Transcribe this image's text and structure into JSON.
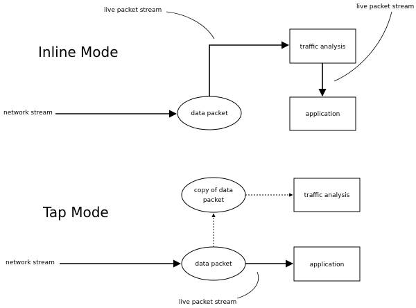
{
  "inline": {
    "title": "Inline Mode",
    "callout_top": "live packet stream",
    "callout_right": "live packet stream",
    "traffic_analysis": "traffic analysis",
    "application": "application",
    "data_packet": "data packet",
    "network_stream": "network stream"
  },
  "tap": {
    "title": "Tap Mode",
    "copy_line1": "copy of data",
    "copy_line2": "packet",
    "traffic_analysis": "traffic analysis",
    "application": "application",
    "data_packet": "data packet",
    "network_stream": "network stream",
    "callout_bottom": "live packet stream"
  }
}
